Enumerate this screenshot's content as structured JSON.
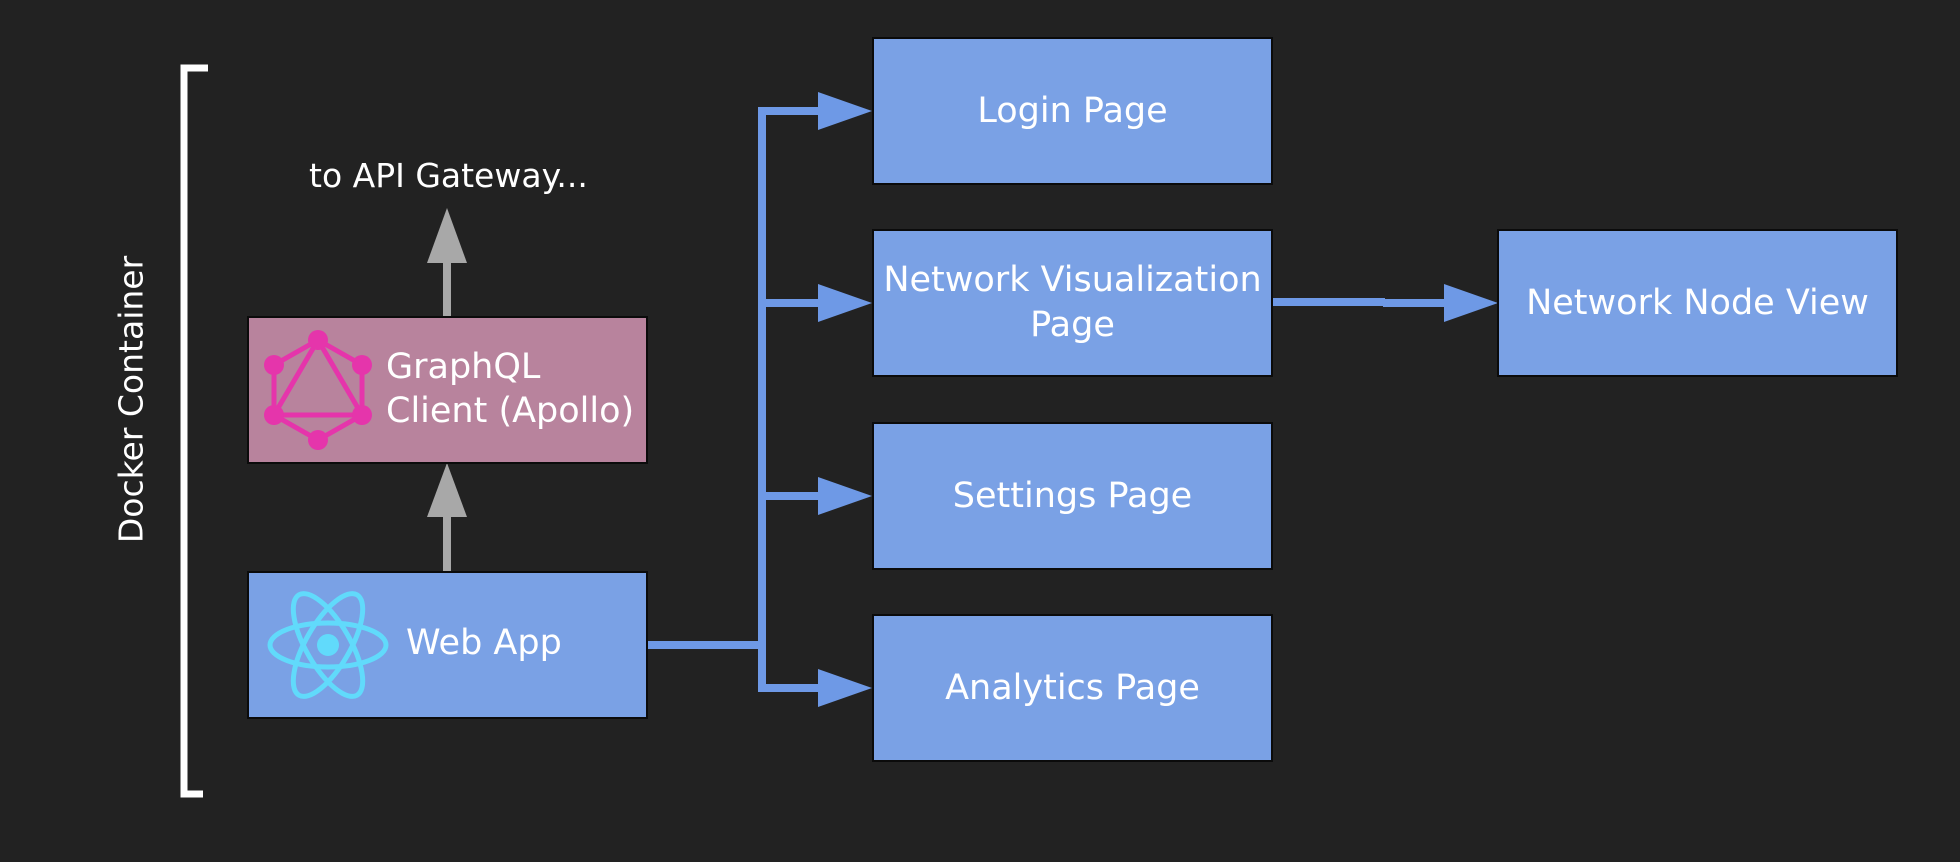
{
  "diagram": {
    "container_label": "Docker Container",
    "gateway_label": "to API Gateway...",
    "graphql_client": {
      "line1": "GraphQL",
      "line2": "Client (Apollo)"
    },
    "web_app": {
      "label": "Web App"
    },
    "pages": {
      "login": "Login Page",
      "network_viz_line1": "Network Visualization",
      "network_viz_line2": "Page",
      "settings": "Settings Page",
      "analytics": "Analytics Page"
    },
    "node_view": "Network Node View"
  },
  "colors": {
    "background": "#222222",
    "page_box": "#7aa1e5",
    "graphql_box": "#b8839d",
    "graphql_logo": "#e535ab",
    "react_logo": "#61dafb",
    "blue_connector": "#6e99e6",
    "grey_arrow": "#a8a8a8",
    "bracket": "#ffffff"
  },
  "icons": {
    "graphql": "graphql-logo-icon",
    "react": "react-logo-icon"
  }
}
